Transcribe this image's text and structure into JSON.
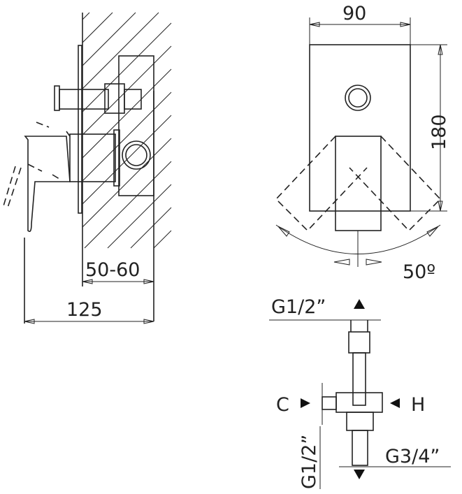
{
  "side_view": {
    "depth_label": "50-60",
    "total_label": "125"
  },
  "front_view": {
    "width_label": "90",
    "height_label": "180",
    "angle_label": "50º"
  },
  "connections": {
    "top_label": "G1/2”",
    "cold_label": "C",
    "hot_label": "H",
    "left_bottom_label": "G1/2”",
    "bottom_label": "G3/4”"
  }
}
